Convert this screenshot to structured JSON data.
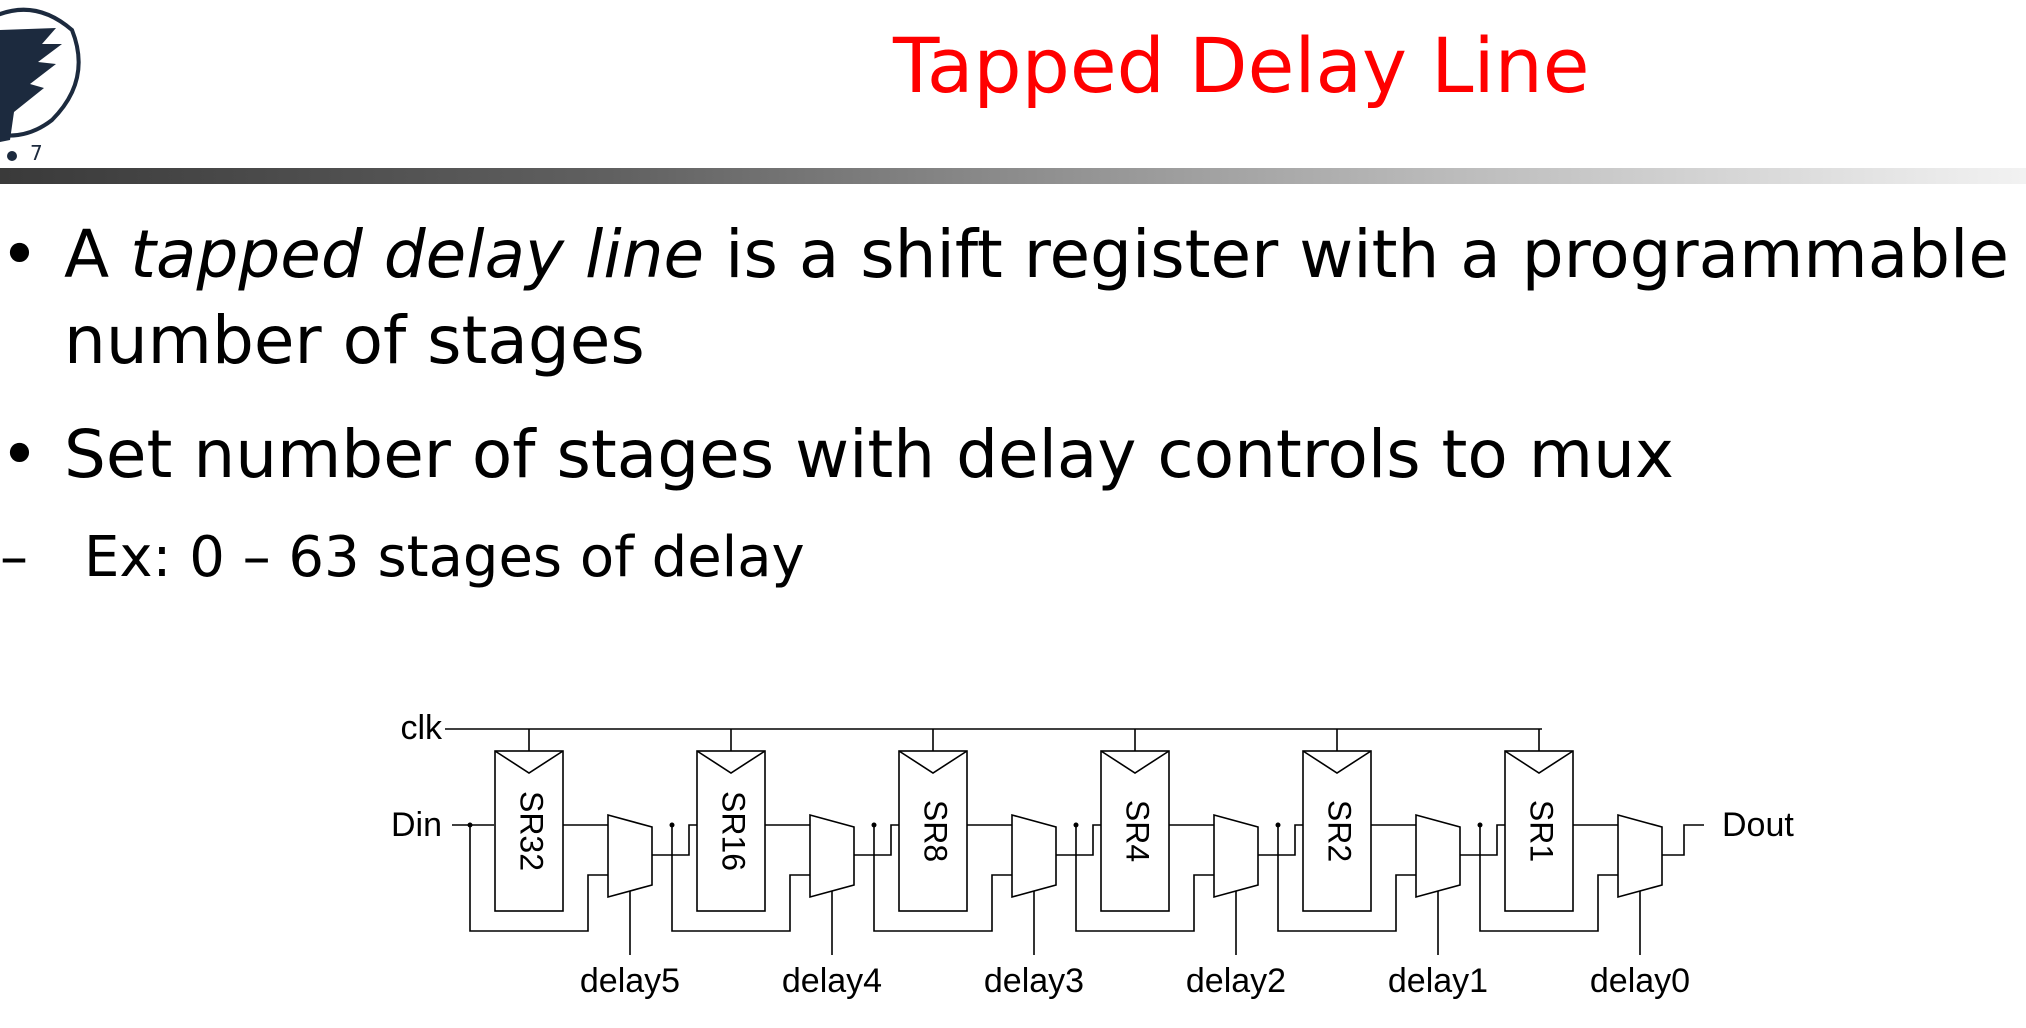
{
  "slide": {
    "title": "Tapped Delay Line",
    "title_color": "#ff0000",
    "logo_text": "7"
  },
  "bullets": [
    {
      "marker": "•",
      "segments": [
        {
          "text": "A ",
          "italic": false
        },
        {
          "text": "tapped delay line",
          "italic": true
        },
        {
          "text": " is a shift register with a programmable number of stages",
          "italic": false
        }
      ]
    },
    {
      "marker": "•",
      "segments": [
        {
          "text": "Set number of stages with delay controls to mux",
          "italic": false
        }
      ],
      "sub": {
        "marker": "–",
        "text": "Ex: 0 – 63 stages of delay"
      }
    }
  ],
  "diagram": {
    "clock_label": "clk",
    "input_label": "Din",
    "output_label": "Dout",
    "stages": [
      {
        "register": "SR32",
        "select": "delay5"
      },
      {
        "register": "SR16",
        "select": "delay4"
      },
      {
        "register": "SR8",
        "select": "delay3"
      },
      {
        "register": "SR4",
        "select": "delay2"
      },
      {
        "register": "SR2",
        "select": "delay1"
      },
      {
        "register": "SR1",
        "select": "delay0"
      }
    ]
  }
}
